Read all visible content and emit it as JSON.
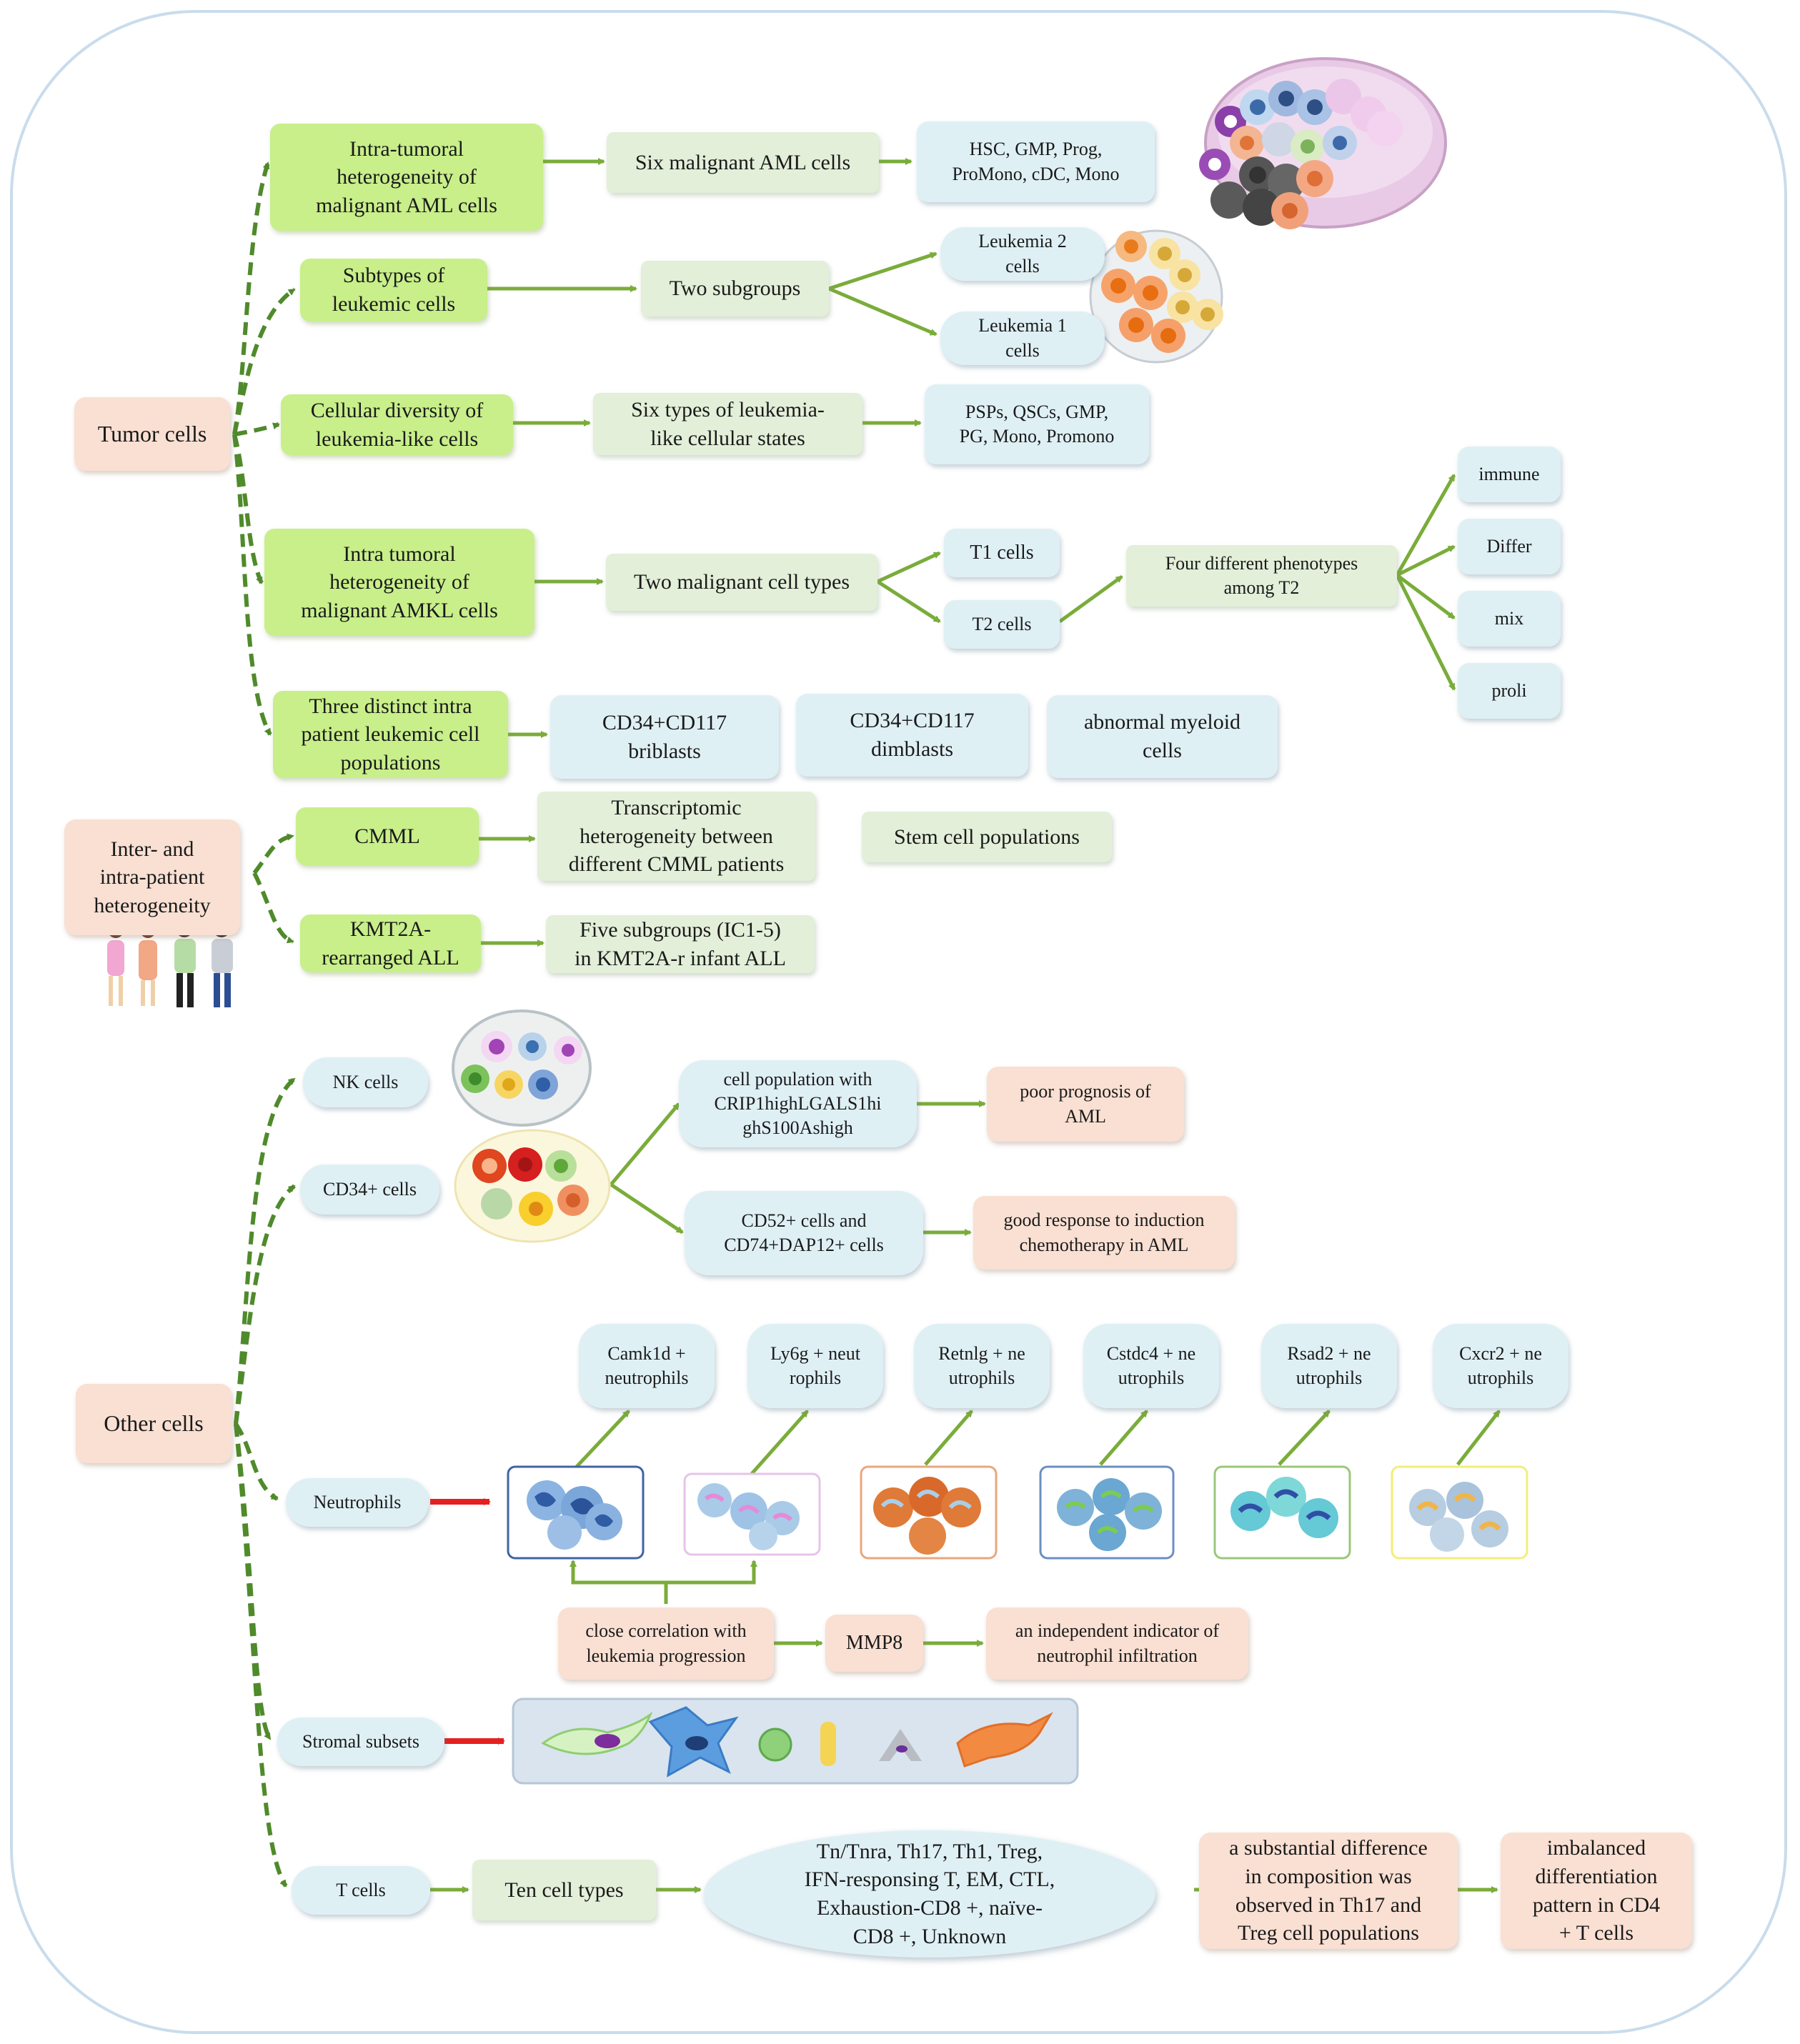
{
  "colors": {
    "frame": "#c9dcec",
    "link_green": "#7aac3a",
    "link_dash": "#4f8a2b",
    "red_arrow": "#e52020",
    "pink": "#f9e0d3",
    "bright_green": "#c8ef8a",
    "light_green": "#e3efd9",
    "light_blue": "#dff0f5"
  },
  "roots": {
    "tumor": "Tumor cells",
    "inter": "Inter- and\nintra-patient\nheterogeneity",
    "other": "Other cells"
  },
  "tumor": {
    "aml_hetero": "Intra-tumoral\nheterogeneity of\nmalignant AML cells",
    "aml_six": "Six malignant AML cells",
    "aml_types": "HSC, GMP, Prog,\nProMono, cDC, Mono",
    "subtypes": "Subtypes of\nleukemic cells",
    "two_subgroups": "Two subgroups",
    "leuk2": "Leukemia 2\ncells",
    "leuk1": "Leukemia 1\ncells",
    "diversity": "Cellular diversity of\nleukemia-like cells",
    "six_states": "Six types of leukemia-\nlike cellular states",
    "states_list": "PSPs, QSCs, GMP,\nPG, Mono, Promono",
    "amkl_hetero": "Intra tumoral\nheterogeneity of\nmalignant AMKL cells",
    "two_malignant": "Two malignant cell types",
    "t1": "T1 cells",
    "t2": "T2 cells",
    "four_pheno": "Four different phenotypes\namong T2",
    "pheno": [
      "immune",
      "Differ",
      "mix",
      "proli"
    ],
    "three_pop": "Three distinct intra\npatient leukemic cell\npopulations",
    "bri": "CD34+CD117\nbriblasts",
    "dim": "CD34+CD117\ndimblasts",
    "abnormal": "abnormal myeloid\ncells"
  },
  "inter": {
    "cmml": "CMML",
    "cmml_hetero": "Transcriptomic\nheterogeneity between\ndifferent CMML patients",
    "stem": "Stem cell populations",
    "kmt2a": "KMT2A-\nrearranged ALL",
    "five": "Five subgroups (IC1-5)\nin KMT2A-r infant ALL"
  },
  "other": {
    "nk": "NK cells",
    "cd34": "CD34+ cells",
    "crip": "cell population with\nCRIP1highLGALS1hi\nghS100Ashigh",
    "poor": "poor prognosis of\nAML",
    "cd52": "CD52+ cells and\nCD74+DAP12+ cells",
    "good": "good response to induction\nchemotherapy in AML",
    "neutrophils": "Neutrophils",
    "neut_types": [
      "Camk1d +\nneutrophils",
      "Ly6g + neut\nrophils",
      "Retnlg + ne\nutrophils",
      "Cstdc4 + ne\nutrophils",
      "Rsad2 + ne\nutrophils",
      "Cxcr2 + ne\nutrophils"
    ],
    "close_corr": "close correlation with\nleukemia progression",
    "mmp8": "MMP8",
    "indicator": "an independent indicator of\nneutrophil infiltration",
    "stromal": "Stromal subsets",
    "tcells": "T cells",
    "ten": "Ten cell types",
    "tlist": "Tn/Tnra, Th17, Th1, Treg,\nIFN-responsing T, EM, CTL,\nExhaustion-CD8 +, naïve-\nCD8 +, Unknown",
    "th17": "a substantial difference\nin composition was\nobserved in Th17 and\nTreg cell populations",
    "imbalanced": "imbalanced\ndifferentiation\npattern in CD4\n+ T cells"
  }
}
